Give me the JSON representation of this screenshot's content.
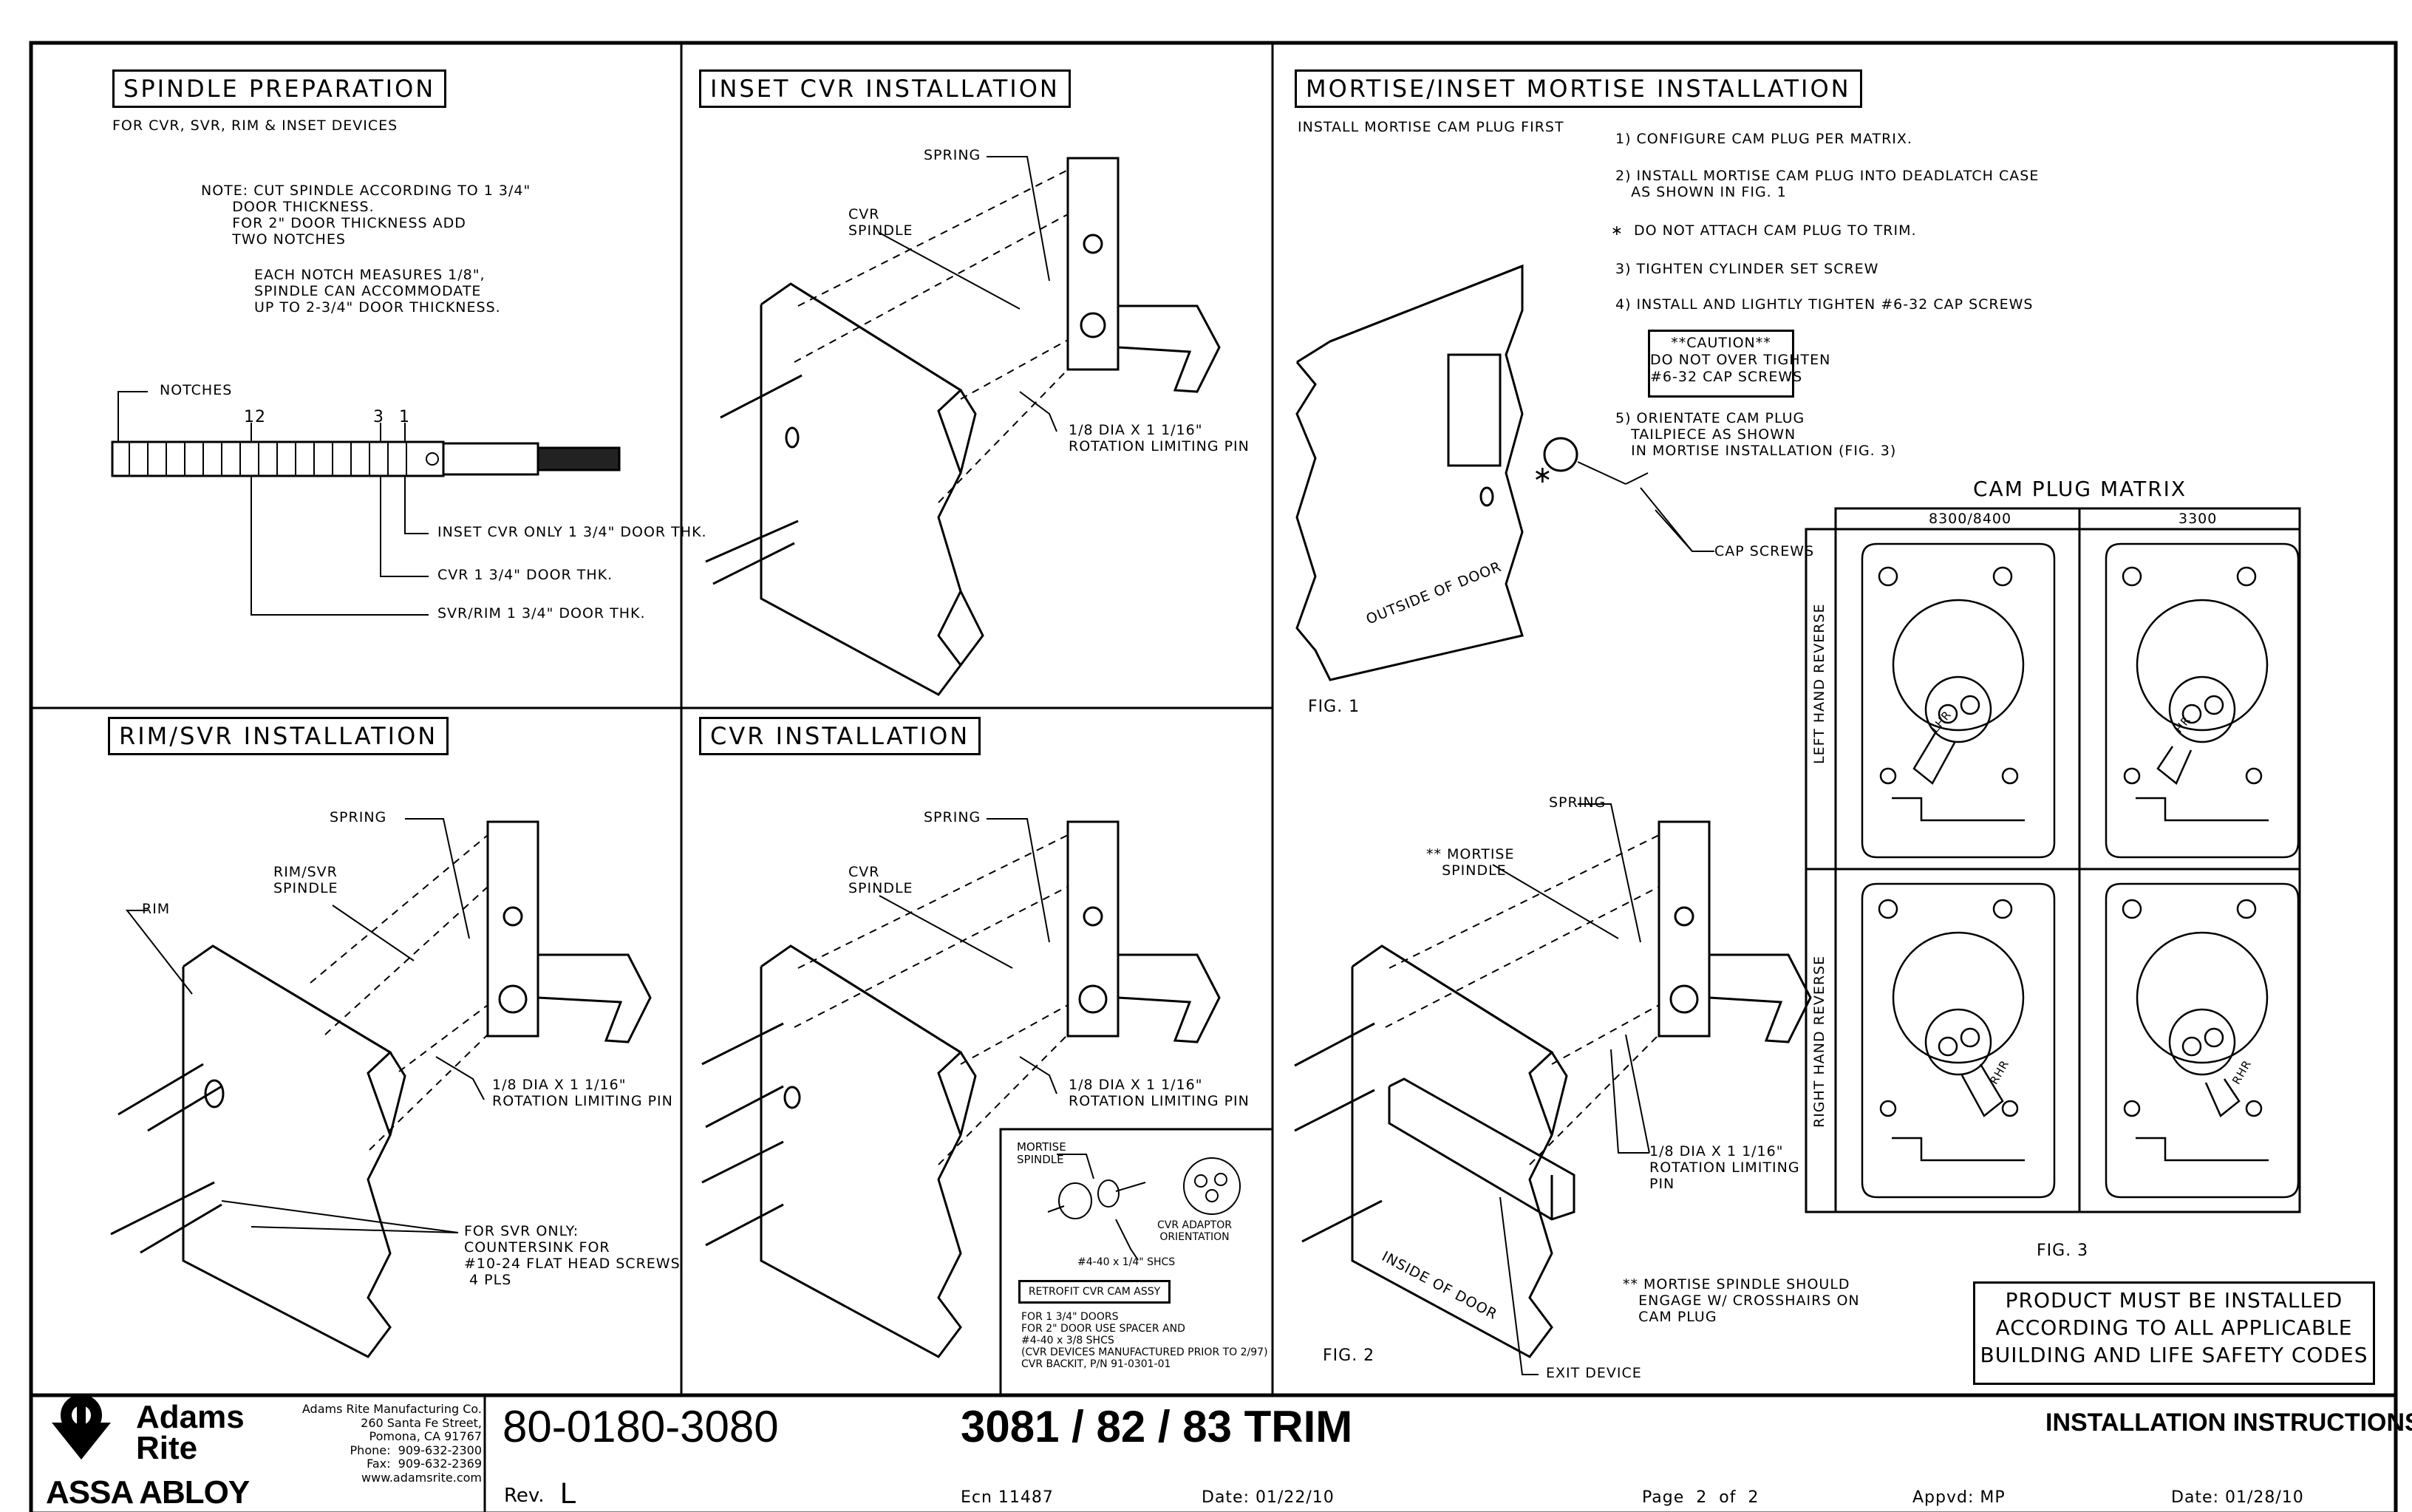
{
  "panels": {
    "spindle_prep": {
      "title": "SPINDLE PREPARATION",
      "subtitle": "FOR CVR, SVR, RIM & INSET DEVICES",
      "note": "NOTE: CUT SPINDLE ACCORDING TO 1 3/4\"\n      DOOR THICKNESS.\n      FOR 2\" DOOR THICKNESS ADD\n      TWO NOTCHES",
      "note2": "EACH NOTCH MEASURES 1/8\",\nSPINDLE CAN ACCOMMODATE\nUP TO 2-3/4\" DOOR THICKNESS.",
      "notches_label": "NOTCHES",
      "tick_12": "12",
      "tick_3": "3",
      "tick_1": "1",
      "callout_inset": "INSET CVR ONLY 1 3/4\" DOOR THK.",
      "callout_cvr": "CVR 1 3/4\" DOOR THK.",
      "callout_svr": "SVR/RIM 1 3/4\" DOOR THK."
    },
    "inset_cvr": {
      "title": "INSET CVR INSTALLATION",
      "spring": "SPRING",
      "spindle": "CVR\nSPINDLE",
      "pin": "1/8 DIA X 1 1/16\"\nROTATION LIMITING PIN"
    },
    "mortise": {
      "title": "MORTISE/INSET MORTISE INSTALLATION",
      "first": "INSTALL MORTISE CAM PLUG FIRST",
      "step1": "1) CONFIGURE CAM PLUG PER MATRIX.",
      "step2": "2) INSTALL MORTISE CAM PLUG INTO DEADLATCH CASE\n   AS SHOWN IN FIG. 1",
      "star_note": "∗  DO NOT ATTACH CAM PLUG TO TRIM.",
      "step3": "3) TIGHTEN CYLINDER SET SCREW",
      "step4": "4) INSTALL AND LIGHTLY TIGHTEN #6-32 CAP SCREWS",
      "caution": "**CAUTION**\nDO NOT OVER TIGHTEN\n#6-32 CAP SCREWS",
      "step5": "5) ORIENTATE CAM PLUG\n   TAILPIECE AS SHOWN\n   IN MORTISE INSTALLATION (FIG. 3)",
      "cap_screws": "CAP SCREWS",
      "outside_door": "OUTSIDE OF DOOR",
      "fig1": "FIG. 1",
      "star": "∗",
      "spring": "SPRING",
      "mortise_spindle": "** MORTISE\n   SPINDLE",
      "pin": "1/8 DIA X 1 1/16\"\nROTATION LIMITING\nPIN",
      "inside_door": "INSIDE OF DOOR",
      "fig2": "FIG. 2",
      "exit_device": "EXIT DEVICE",
      "spindle_note": "** MORTISE SPINDLE SHOULD\n   ENGAGE W/ CROSSHAIRS ON\n   CAM PLUG"
    },
    "matrix": {
      "title": "CAM PLUG MATRIX",
      "col1": "8300/8400",
      "col2": "3300",
      "row1": "LEFT HAND REVERSE",
      "row2": "RIGHT HAND REVERSE",
      "lhr": "LHR",
      "hr": "HR",
      "rhr": "RHR",
      "ehr": "RHR",
      "fig3": "FIG. 3"
    },
    "product_note": "PRODUCT MUST BE INSTALLED\nACCORDING TO ALL APPLICABLE\nBUILDING AND LIFE SAFETY CODES",
    "rim_svr": {
      "title": "RIM/SVR INSTALLATION",
      "spring": "SPRING",
      "spindle": "RIM/SVR\nSPINDLE",
      "rim": "RIM",
      "pin": "1/8 DIA X 1 1/16\"\nROTATION LIMITING PIN",
      "svr_note": "FOR SVR ONLY:\nCOUNTERSINK FOR\n#10-24 FLAT HEAD SCREWS\n 4 PLS"
    },
    "cvr": {
      "title": "CVR INSTALLATION",
      "spring": "SPRING",
      "spindle": "CVR\nSPINDLE",
      "pin": "1/8 DIA X 1 1/16\"\nROTATION LIMITING PIN",
      "inset_mortise_spindle": "MORTISE\nSPINDLE",
      "adaptor": "CVR ADAPTOR\nORIENTATION",
      "shcs": "#4-40 x 1/4\" SHCS",
      "retrofit": "RETROFIT CVR CAM ASSY",
      "retrofit_note": "FOR 1 3/4\" DOORS\nFOR 2\" DOOR USE SPACER AND\n#4-40 x 3/8 SHCS\n(CVR DEVICES MANUFACTURED PRIOR TO 2/97)\nCVR BACKIT, P/N 91-0301-01"
    }
  },
  "title_block": {
    "brand_line1": "Adams",
    "brand_line2": "Rite",
    "brand_parent": "ASSA ABLOY",
    "company": "Adams Rite Manufacturing Co.\n260 Santa Fe Street,\nPomona, CA 91767\nPhone:  909-632-2300\nFax:  909-632-2369\nwww.adamsrite.com",
    "doc_number": "80-0180-3080",
    "product": "3081 / 82 / 83 TRIM",
    "doc_type": "INSTALLATION INSTRUCTIONS",
    "rev_label": "Rev.",
    "rev": "L",
    "ecn": "Ecn 11487",
    "date1": "Date: 01/22/10",
    "page": "Page  2  of  2",
    "approved": "Appvd: MP",
    "date2": "Date: 01/28/10"
  }
}
